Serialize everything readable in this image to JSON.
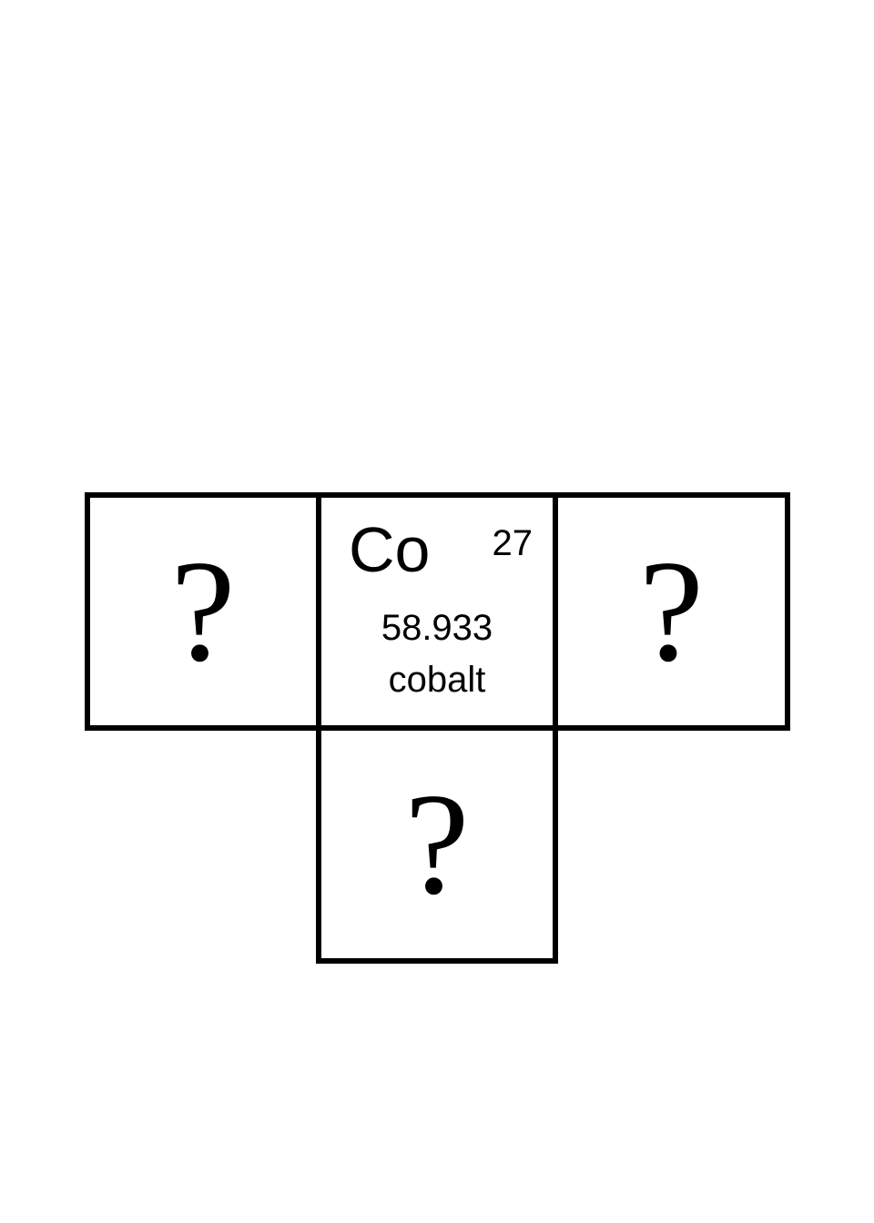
{
  "center_element": {
    "symbol": "Co",
    "atomic_number": "27",
    "atomic_mass": "58.933",
    "name": "cobalt"
  },
  "unknown_cells": {
    "left": "?",
    "right": "?",
    "bottom": "?"
  },
  "colors": {
    "border": "#000000",
    "background": "#ffffff",
    "text": "#000000"
  }
}
